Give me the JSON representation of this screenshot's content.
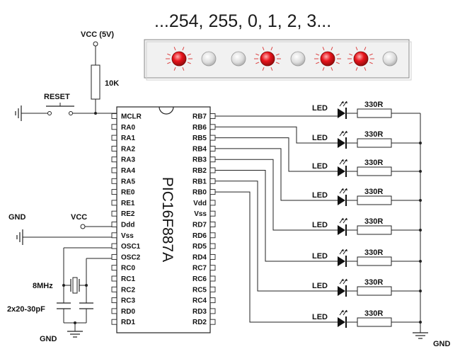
{
  "sequence_text": "...254, 255, 0, 1, 2, 3...",
  "display": {
    "leds_on": [
      true,
      false,
      false,
      true,
      false,
      true,
      true,
      false
    ]
  },
  "chip": {
    "name": "PIC16F887A",
    "left_pins": [
      "MCLR",
      "RA0",
      "RA1",
      "RA2",
      "RA3",
      "RA4",
      "RA5",
      "RE0",
      "RE1",
      "RE2",
      "Ddd",
      "Vss",
      "OSC1",
      "OSC2",
      "RC0",
      "RC1",
      "RC2",
      "RC3",
      "RD0",
      "RD1"
    ],
    "right_pins": [
      "RB7",
      "RB6",
      "RB5",
      "RB4",
      "RB3",
      "RB2",
      "RB1",
      "RB0",
      "Vdd",
      "Vss",
      "RD7",
      "RD6",
      "RD5",
      "RD4",
      "RC7",
      "RC6",
      "RC5",
      "RC4",
      "RD3",
      "RD2"
    ]
  },
  "labels": {
    "vcc_top": "VCC (5V)",
    "resistor_top": "10K",
    "reset": "RESET",
    "gnd_left": "GND",
    "vcc_left": "VCC",
    "crystal": "8MHz",
    "capacitors": "2x20-30pF",
    "gnd_bottom": "GND",
    "gnd_right": "GND",
    "led": "LED",
    "led_resistor": "330R"
  },
  "led_rows": [
    {
      "led": "LED",
      "resistor": "330R"
    },
    {
      "led": "LED",
      "resistor": "330R"
    },
    {
      "led": "LED",
      "resistor": "330R"
    },
    {
      "led": "LED",
      "resistor": "330R"
    },
    {
      "led": "LED",
      "resistor": "330R"
    },
    {
      "led": "LED",
      "resistor": "330R"
    },
    {
      "led": "LED",
      "resistor": "330R"
    },
    {
      "led": "LED",
      "resistor": "330R"
    }
  ],
  "colors": {
    "led_on": "#e8141c",
    "led_off": "#dddddd",
    "panel_bg": "#f1f1f1"
  }
}
